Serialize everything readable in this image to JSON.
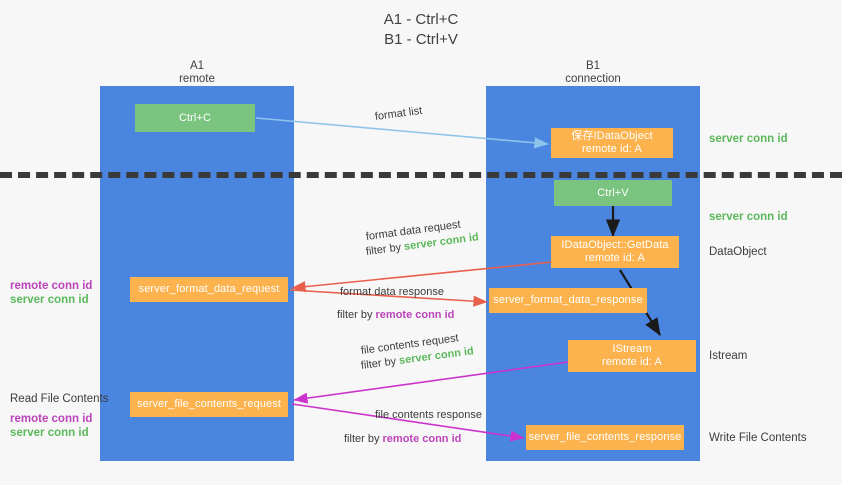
{
  "title": {
    "line1": "A1 - Ctrl+C",
    "line2": "B1 - Ctrl+V"
  },
  "colors": {
    "lane": "#4a86e0",
    "green_box": "#7ac47f",
    "orange_box": "#fcb24d",
    "server_conn": "#5bb85b",
    "remote_conn": "#bb44bb",
    "arrow_blue": "#8ec4ea",
    "arrow_red": "#e8604c",
    "arrow_magenta": "#cc33cc",
    "arrow_black": "#1a1a1a",
    "background": "#f7f7f7"
  },
  "lanes": [
    {
      "name": "A1",
      "subtitle": "remote"
    },
    {
      "name": "B1",
      "subtitle": "connection"
    }
  ],
  "boxes": {
    "ctrl_c": {
      "label": "Ctrl+C"
    },
    "save_dataobject": {
      "line1": "保存IDataObject",
      "line2": "remote id: A"
    },
    "ctrl_v": {
      "label": "Ctrl+V"
    },
    "getdata": {
      "line1": "IDataObject::GetData",
      "line2": "remote id: A"
    },
    "istream": {
      "line1": "IStream",
      "line2": "remote id: A"
    },
    "server_format_data_request": {
      "label": "server_format_data_request"
    },
    "server_format_data_response": {
      "label": "server_format_data_response"
    },
    "server_file_contents_request": {
      "label": "server_file_contents_request"
    },
    "server_file_contents_response": {
      "label": "server_file_contents_response"
    }
  },
  "edges": {
    "format_list": {
      "label": "format list"
    },
    "format_data_request": {
      "label": "format data request",
      "filter_prefix": "filter by ",
      "filter_value": "server conn id"
    },
    "format_data_response": {
      "label": "format data response",
      "filter_prefix": "filter by ",
      "filter_value": "remote conn id"
    },
    "file_contents_request": {
      "label": "file contents request",
      "filter_prefix": "filter by ",
      "filter_value": "server conn id"
    },
    "file_contents_response": {
      "label": "file contents response",
      "filter_prefix": "filter by ",
      "filter_value": "remote conn id"
    }
  },
  "annotations": {
    "server_conn_top": "server conn id",
    "server_conn_second": "server conn id",
    "dataobject": "DataObject",
    "istream": "Istream",
    "write_file_contents": "Write File Contents",
    "read_file_contents": "Read File Contents",
    "left_pair_mid": {
      "remote": "remote conn id",
      "server": "server conn id"
    },
    "left_pair_bottom": {
      "remote": "remote conn id",
      "server": "server conn id"
    }
  }
}
